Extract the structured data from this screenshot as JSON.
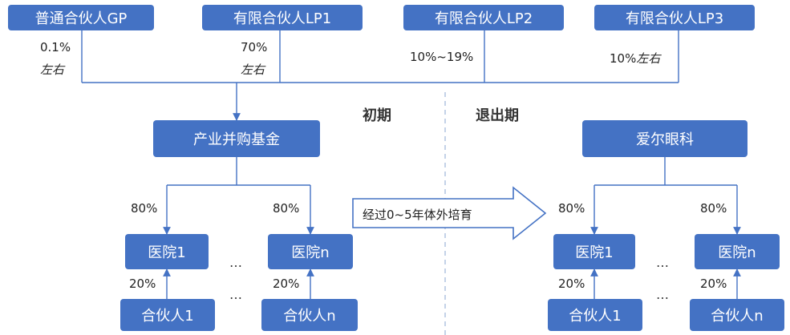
{
  "colors": {
    "box_fill": "#4472C4",
    "line": "#4472C4",
    "divider": "#9DB3D8"
  },
  "top": {
    "gp": {
      "label": "普通合伙人GP",
      "pct": "0.1%",
      "approx": "左右"
    },
    "lp1": {
      "label": "有限合伙人LP1",
      "pct": "70%",
      "approx": "左右"
    },
    "lp2": {
      "label": "有限合伙人LP2",
      "pct": "10%~19%"
    },
    "lp3": {
      "label": "有限合伙人LP3",
      "pct": "10%",
      "approx": "左右"
    }
  },
  "phases": {
    "initial": "初期",
    "exit": "退出期"
  },
  "left": {
    "fund": "产业并购基金",
    "hospital_1": "医院1",
    "hospital_n": "医院n",
    "pct_80_a": "80%",
    "pct_80_b": "80%",
    "pct_20_a": "20%",
    "pct_20_b": "20%",
    "partner_1": "合伙人1",
    "partner_n": "合伙人n",
    "ellipsis": "…"
  },
  "arrow_text": "经过0~5年体外培育",
  "right": {
    "company": "爱尔眼科",
    "hospital_1": "医院1",
    "hospital_n": "医院n",
    "pct_80_a": "80%",
    "pct_80_b": "80%",
    "pct_20_a": "20%",
    "pct_20_b": "20%",
    "partner_1": "合伙人1",
    "partner_n": "合伙人n",
    "ellipsis": "…"
  }
}
